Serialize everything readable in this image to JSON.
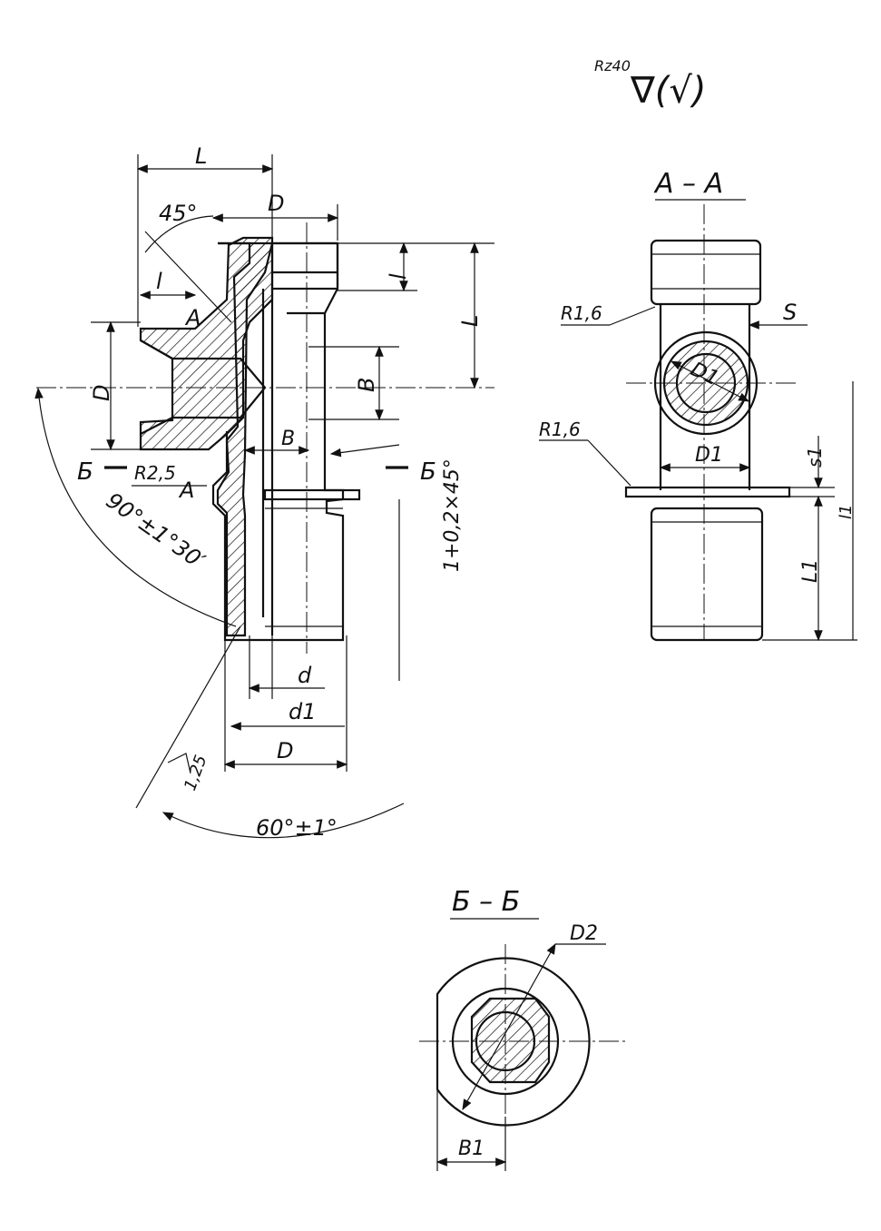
{
  "roughness": {
    "rz": "Rz40",
    "symbol": "∇(√)"
  },
  "section_titles": {
    "aa": "A – A",
    "bb": "Б – Б"
  },
  "main_view": {
    "dim_L_top": "L",
    "angle_45": "45°",
    "dim_D_top": "D",
    "dim_l_left": "l",
    "section_mark_A_top": "A",
    "dim_D_left": "D",
    "dim_l_right": "l",
    "dim_L_right": "L",
    "dim_B_right": "B",
    "dim_B_inner": "B",
    "section_mark_B_left": "Б",
    "section_mark_B_right": "Б",
    "radius_R25": "R2,5",
    "section_mark_A_bottom": "A",
    "chamfer": "1+0,2×45°",
    "angle_90": "90°±1°30′",
    "dim_d": "d",
    "dim_d1": "d1",
    "dim_D_bottom": "D",
    "roughness_125": "1,25",
    "angle_60": "60°±1°"
  },
  "section_aa": {
    "radius_top": "R1,6",
    "dim_S": "S",
    "dim_D1_circle": "D1",
    "radius_bottom": "R1,6",
    "dim_D1": "D1",
    "dim_s1": "s1",
    "dim_l1": "l1",
    "dim_L1": "L1"
  },
  "section_bb": {
    "dim_D2": "D2",
    "dim_B1": "B1"
  }
}
